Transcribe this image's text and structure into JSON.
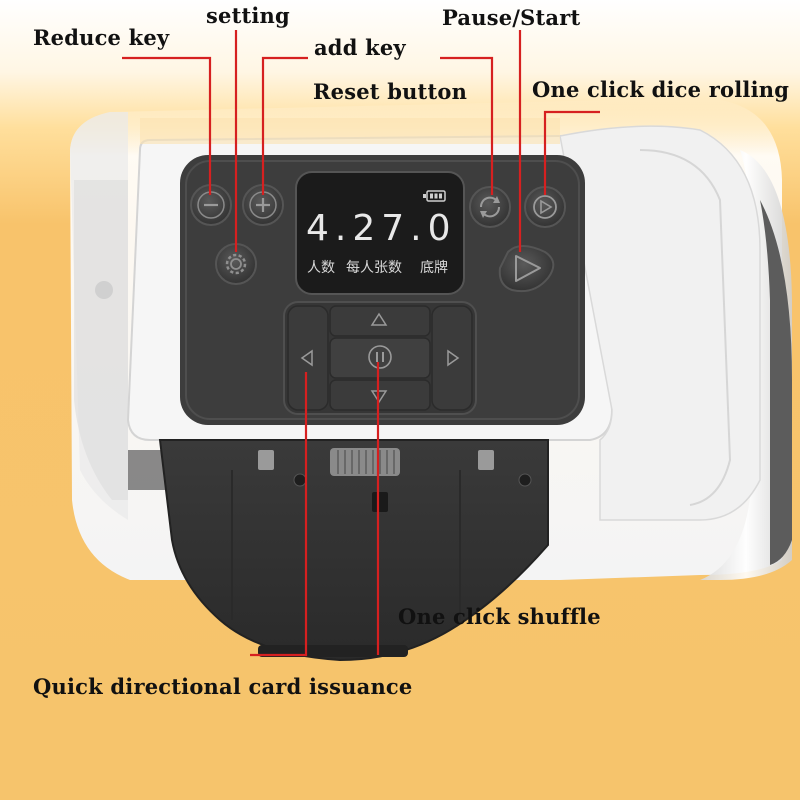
{
  "callouts": {
    "reduce_key": "Reduce key",
    "setting": "setting",
    "add_key": "add key",
    "pause_start": "Pause/Start",
    "reset_button": "Reset button",
    "dice_rolling": "One click dice rolling",
    "shuffle": "One click shuffle",
    "card_issuance": "Quick directional card issuance"
  },
  "display": {
    "readout": "4.27.0",
    "label_players": "人数",
    "label_cards_each": "每人张数",
    "label_bottom": "底牌"
  },
  "icons": {
    "reduce": "minus-icon",
    "add": "plus-icon",
    "setting": "gear-icon",
    "reset": "refresh-icon",
    "dice": "play-circle-icon",
    "start": "play-triangle-icon",
    "battery": "battery-icon",
    "up": "triangle-up-icon",
    "down": "triangle-down-icon",
    "left": "triangle-left-icon",
    "right": "triangle-right-icon",
    "center": "pause-icon"
  },
  "colors": {
    "background": "#f6c46c",
    "panel": "#3c3c3c",
    "callout_line": "#d62020"
  }
}
